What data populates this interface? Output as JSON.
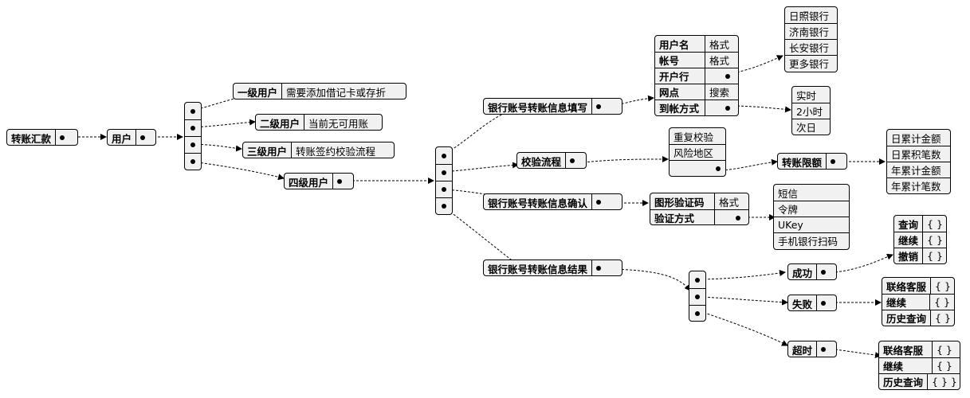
{
  "root": {
    "label": "转账汇款"
  },
  "user": {
    "label": "用户"
  },
  "levels": [
    {
      "label": "一级用户",
      "note": "需要添加借记卡或存折"
    },
    {
      "label": "二级用户",
      "note": "当前无可用账"
    },
    {
      "label": "三级用户",
      "note": "转账签约校验流程"
    }
  ],
  "level4": {
    "label": "四级用户"
  },
  "fill": {
    "label": "银行账号转账信息填写",
    "fields": [
      {
        "label": "用户名",
        "value": "格式"
      },
      {
        "label": "帐号",
        "value": "格式"
      },
      {
        "label": "开户行",
        "value": ""
      },
      {
        "label": "网点",
        "value": "搜索"
      },
      {
        "label": "到帐方式",
        "value": ""
      }
    ],
    "banks": [
      "日照银行",
      "济南银行",
      "长安银行",
      "更多银行"
    ],
    "arrival": [
      "实时",
      "2小时",
      "次日"
    ]
  },
  "verify": {
    "label": "校验流程",
    "items": [
      "重复校验",
      "风险地区"
    ],
    "limit": {
      "label": "转账限额",
      "items": [
        "日累计金额",
        "日累积笔数",
        "年累计金额",
        "年累计笔数"
      ]
    }
  },
  "confirm": {
    "label": "银行账号转账信息确认",
    "fields": [
      {
        "label": "图形验证码",
        "value": "格式"
      },
      {
        "label": "验证方式",
        "value": ""
      }
    ],
    "methods": [
      "短信",
      "令牌",
      "UKey",
      "手机银行扫码"
    ]
  },
  "result": {
    "label": "银行账号转账信息结果",
    "success": {
      "label": "成功",
      "actions": [
        {
          "label": "查询",
          "value": "{ }"
        },
        {
          "label": "继续",
          "value": "{ }"
        },
        {
          "label": "撤销",
          "value": "{ }"
        }
      ]
    },
    "fail": {
      "label": "失败",
      "actions": [
        {
          "label": "联络客服",
          "value": "{ }"
        },
        {
          "label": "继续",
          "value": "{ }"
        },
        {
          "label": "历史查询",
          "value": "{ }"
        }
      ]
    },
    "timeout": {
      "label": "超时",
      "actions": [
        {
          "label": "联络客服",
          "value": "{ }"
        },
        {
          "label": "继续",
          "value": "{ }"
        },
        {
          "label": "历史查询",
          "value": "{ } }"
        }
      ]
    }
  }
}
